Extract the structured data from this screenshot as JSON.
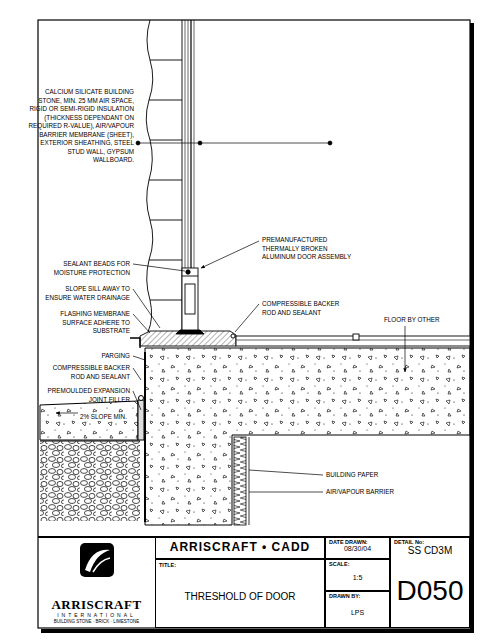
{
  "diagram": {
    "nodes": [
      {
        "text": [
          "ARRISCRAFT",
          "INTERNATIONAL",
          "BUILDING STONE · BRICK · LIMESTONE"
        ]
      },
      {
        "text": [
          "ARRISCRAFT • CADD"
        ]
      },
      {
        "text": [
          "TITLE:",
          "THRESHOLD OF DOOR"
        ]
      },
      {
        "text": [
          "DATE DRAWN:",
          "08/30/04"
        ]
      },
      {
        "text": [
          "SCALE:",
          "1:5"
        ]
      },
      {
        "text": [
          "DRAWN BY:",
          "LPS"
        ]
      },
      {
        "text": [
          "DETAIL No:",
          "SS CD3M",
          "D050"
        ]
      }
    ],
    "labels": [
      "CALCIUM SILICATE BUILDING STONE, MIN. 25 MM AIR SPACE, RIGID OR SEMI-RIGID INSULATION (THICKNESS DEPENDANT ON REQUIRED R-VALUE), AIR/VAPOUR BARRIER MEMBRANE (SHEET), EXTERIOR SHEATHING, STEEL STUD WALL, GYPSUM WALLBOARD.",
      "PREMANUFACTURED THERMALLY BROKEN ALUMINUM DOOR ASSEMBLY",
      "SEALANT BEADS FOR MOISTURE PROTECTION",
      "SLOPE SILL AWAY TO ENSURE WATER DRAINAGE",
      "FLASHING MEMBRANE SURFACE ADHERE TO SUBSTRATE",
      "COMPRESSIBLE BACKER ROD AND SEALANT",
      "FLOOR BY OTHER",
      "PARGING",
      "COMPRESSIBLE BACKER ROD AND SEALANT",
      "PREMOULDED EXPANSION JOINT FILLER",
      "2% SLOPE MIN.",
      "BUILDING PAPER",
      "AIR/VAPOUR BARRIER"
    ]
  }
}
